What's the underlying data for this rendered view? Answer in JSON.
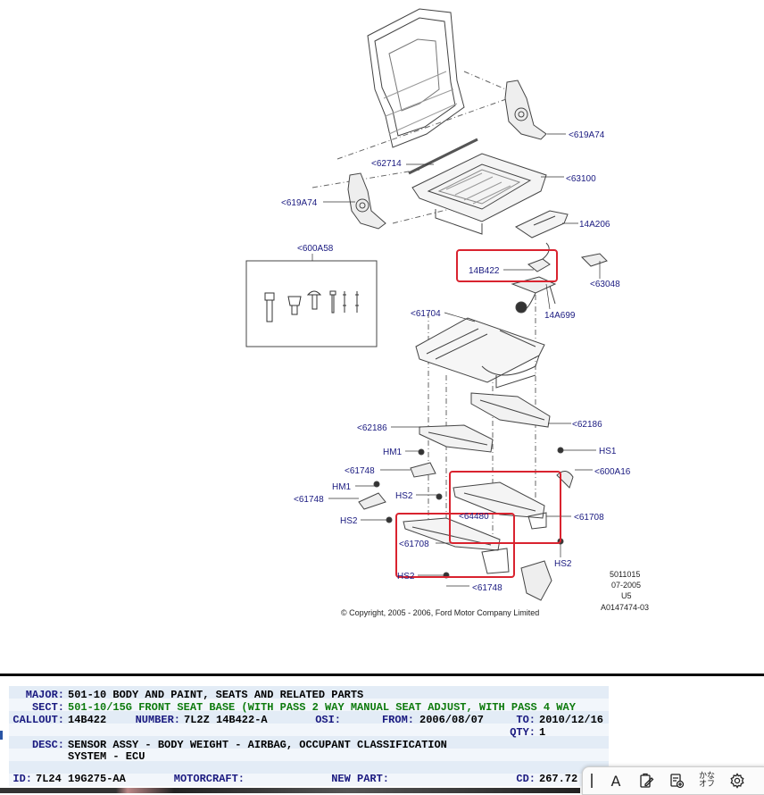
{
  "diagram": {
    "labels": {
      "l619A74_top": "<619A74",
      "l62714": "<62714",
      "l63100": "<63100",
      "l619A74_left": "<619A74",
      "l14A206": "14A206",
      "l600A58": "<600A58",
      "l14B422": "14B422",
      "l63048": "<63048",
      "l14A699": "14A699",
      "l61704": "<61704",
      "l62186_left": "<62186",
      "l62186_right": "<62186",
      "lHM1_a": "HM1",
      "lHS1": "HS1",
      "l61748_a": "<61748",
      "l600A16": "<600A16",
      "lHM1_b": "HM1",
      "lHS2_a": "HS2",
      "l61748_b": "<61748",
      "l64480": "<64480",
      "l61708_right": "<61708",
      "lHS2_b": "HS2",
      "l61708_left": "<61708",
      "lHS2_c": "HS2",
      "lHS2_d": "HS2",
      "l61748_c": "<61748"
    },
    "code_block": [
      "5011015",
      "07-2005",
      "U5",
      "A0147474-03"
    ],
    "copyright": "© Copyright, 2005 - 2006, Ford Motor Company Limited",
    "highlight_color": "#d9232f"
  },
  "details": {
    "major_label": "MAJOR:",
    "major_value": "501-10  BODY AND PAINT, SEATS AND RELATED PARTS",
    "sect_label": "SECT:",
    "sect_value": "501-10/15G  FRONT SEAT BASE (WITH PASS 2 WAY MANUAL SEAT ADJUST, WITH PASS 4 WAY",
    "callout_label": "CALLOUT:",
    "callout_value": "14B422",
    "number_label": "NUMBER:",
    "number_value": "7L2Z 14B422-A",
    "osi_label": "OSI:",
    "from_label": "FROM:",
    "from_value": "2006/08/07",
    "to_label": "TO:",
    "to_value": "2010/12/16",
    "qty_label": "QTY:",
    "qty_value": "1",
    "desc_label": "DESC:",
    "desc_line1": "SENSOR ASSY - BODY WEIGHT - AIRBAG, OCCUPANT CLASSIFICATION",
    "desc_line2": "SYSTEM - ECU",
    "id_label": "ID:",
    "id_value": "7L24 19G275-AA",
    "motorcraft_label": "MOTORCRAFT:",
    "newpart_label": "NEW PART:",
    "cd_label": "CD:",
    "cd_value": "267.72 $"
  },
  "toolbar": {
    "text_icon": "A",
    "kana_label_1": "かな",
    "kana_label_2": "オフ"
  }
}
